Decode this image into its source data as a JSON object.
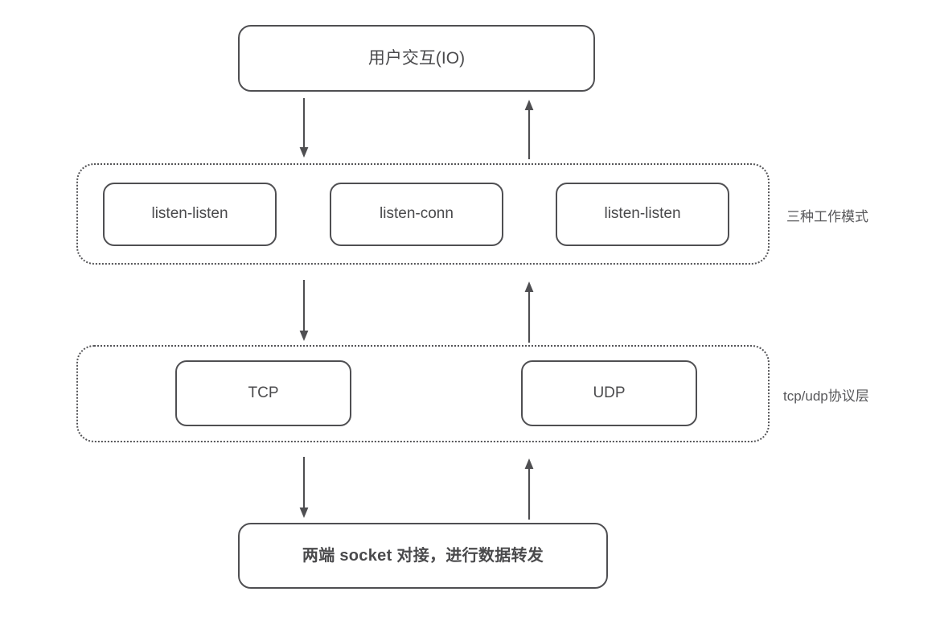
{
  "diagram": {
    "title_node": {
      "label": "用户交互(IO)"
    },
    "mode_group": {
      "caption": "三种工作模式",
      "nodes": [
        {
          "label": "listen-listen"
        },
        {
          "label": "listen-conn"
        },
        {
          "label": "listen-listen"
        }
      ]
    },
    "protocol_group": {
      "caption": "tcp/udp协议层",
      "nodes": [
        {
          "label": "TCP"
        },
        {
          "label": "UDP"
        }
      ]
    },
    "bottom_node": {
      "label": "两端 socket 对接，进行数据转发"
    },
    "connectors": [
      {
        "name": "top-to-modes-down",
        "direction": "down"
      },
      {
        "name": "modes-to-top-up",
        "direction": "up"
      },
      {
        "name": "modes-to-protocol-down",
        "direction": "down"
      },
      {
        "name": "protocol-to-modes-up",
        "direction": "up"
      },
      {
        "name": "protocol-to-socket-down",
        "direction": "down"
      },
      {
        "name": "socket-to-protocol-up",
        "direction": "up"
      }
    ],
    "colors": {
      "node_border": "#4f4f52",
      "group_border": "#555558",
      "text": "#4a4a4c",
      "arrow": "#4f4f52",
      "background": "#ffffff"
    }
  }
}
